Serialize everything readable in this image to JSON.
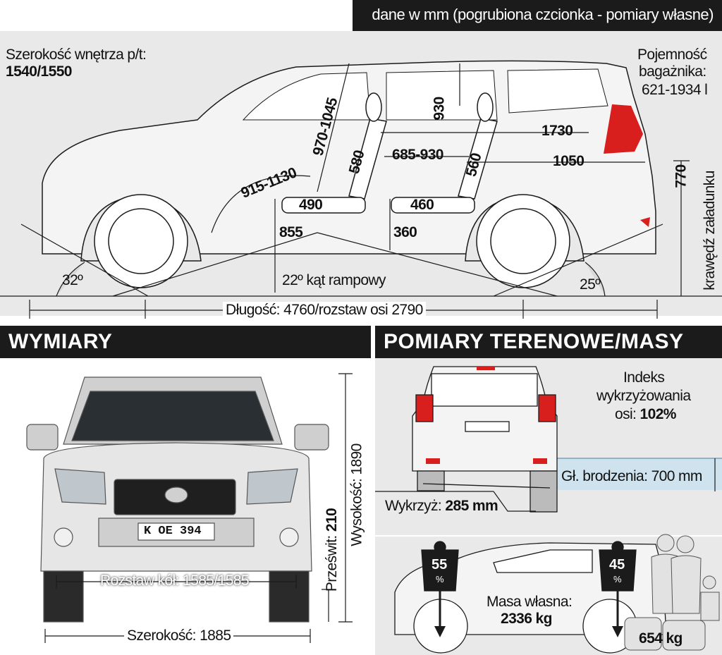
{
  "header": {
    "note": "dane w mm (pogrubiona czcionka - pomiary własne)"
  },
  "side_view": {
    "interior_width_label": "Szerokość wnętrza p/t:",
    "interior_width_value": "1540/1550",
    "trunk_label_1": "Pojemność",
    "trunk_label_2": "bagażnika:",
    "trunk_value": "621-1934 l",
    "dim_930": "930",
    "dim_970_1045": "970-1045",
    "dim_580": "580",
    "dim_685_930": "685-930",
    "dim_560": "560",
    "dim_1730": "1730",
    "dim_1050": "1050",
    "dim_915_1130": "915-1130",
    "dim_490": "490",
    "dim_460": "460",
    "dim_855": "855",
    "dim_360": "360",
    "dim_770": "770",
    "load_edge": "krawędź załadunku",
    "angle_front": "32º",
    "angle_rear": "25º",
    "ramp": "22º kąt rampowy",
    "length": "Długość: 4760/rozstaw osi 2790"
  },
  "sections": {
    "left_title": "WYMIARY",
    "right_title": "POMIARY TERENOWE/MASY"
  },
  "front_view": {
    "plate": "K OE 394",
    "track": "Rozstaw kół: 1585/1585",
    "width": "Szerokość: 1885",
    "height": "Wysokość: 1890",
    "clearance_label": "Prześwit:",
    "clearance_value": "210"
  },
  "offroad": {
    "index_1": "Indeks",
    "index_2": "wykrzyżowania",
    "index_3": "osi:",
    "index_value": "102%",
    "wading": "Gł. brodzenia: 700 mm",
    "cross_label": "Wykrzyż:",
    "cross_value": "285 mm"
  },
  "mass": {
    "front_pct": "55",
    "rear_pct": "45",
    "pct_sign": "%",
    "curb_label": "Masa własna:",
    "curb_value": "2336 kg",
    "payload": "654 kg"
  },
  "colors": {
    "panel": "#e9e9e9",
    "dark": "#1b1b1b",
    "tail": "#d91e1e",
    "water": "#cfe3ef"
  }
}
